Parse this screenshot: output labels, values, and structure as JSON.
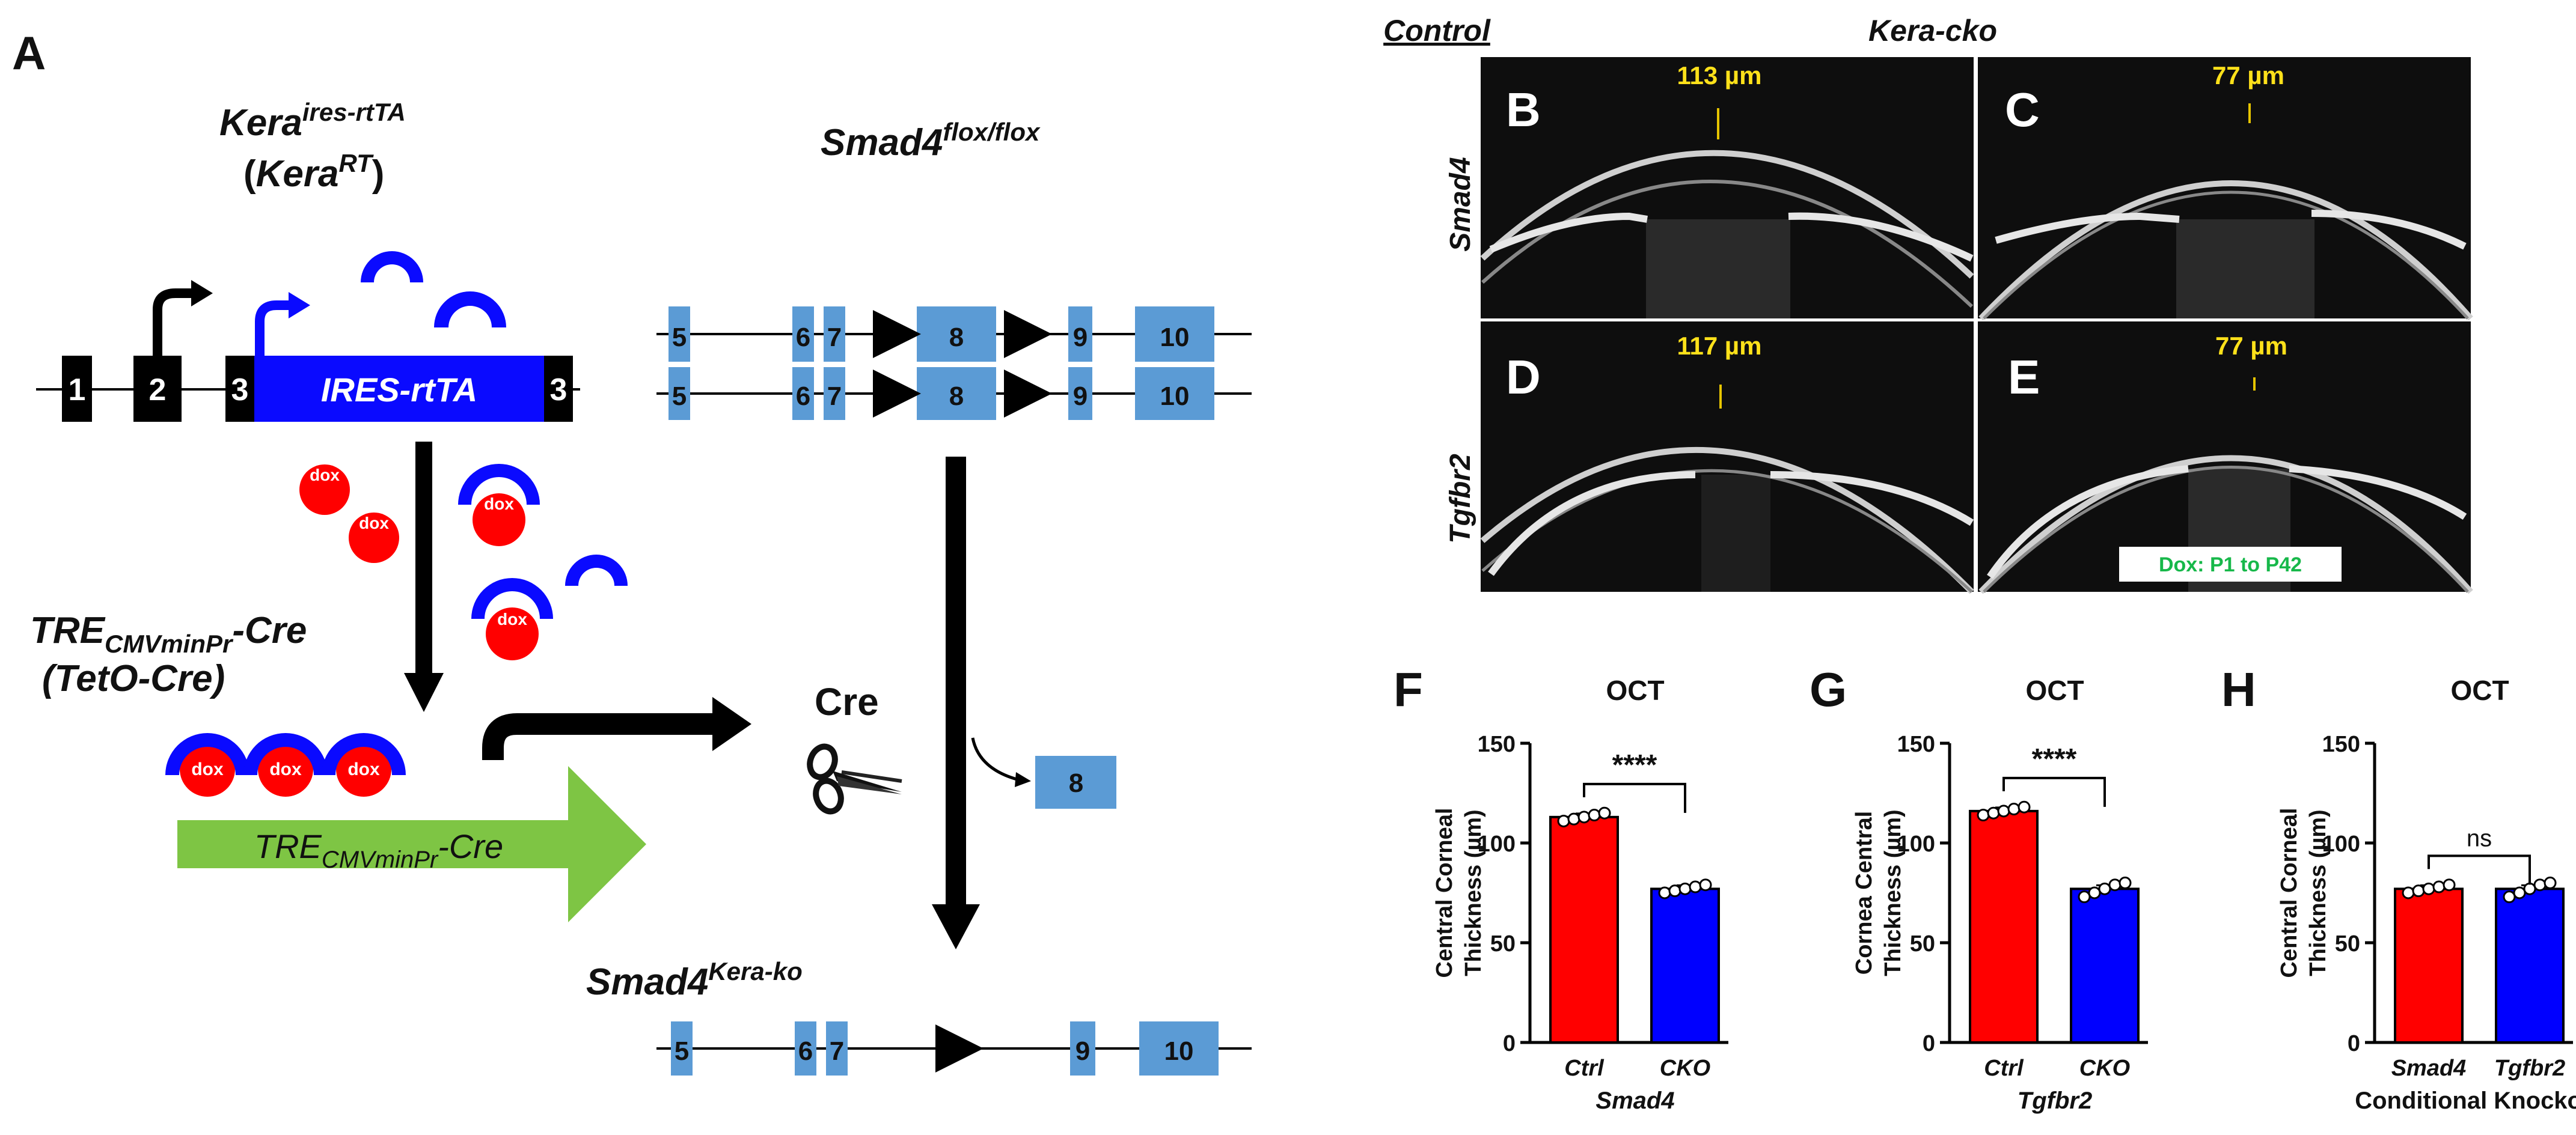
{
  "panelA": {
    "label": "A",
    "kera_title": "Kera",
    "kera_title_sup": "ires-rtTA",
    "kera_alias_open": "(",
    "kera_alias": "Kera",
    "kera_alias_sup": "RT",
    "kera_alias_close": ")",
    "kera_exons": [
      "1",
      "2",
      "3",
      "3"
    ],
    "ires_label": "IRES-rtTA",
    "dox_label": "dox",
    "tre_title": "TRE",
    "tre_title_sub": "CMVminPr",
    "tre_title_suffix": "-Cre",
    "tre_alias": "(TetO-Cre)",
    "arrow_label": "TRE",
    "arrow_label_sub": "CMVminPr",
    "arrow_label_suffix": "-Cre",
    "cre_label": "Cre",
    "smad4_title": "Smad4",
    "smad4_title_sup": "flox/flox",
    "smad4_exons": [
      "5",
      "6",
      "7",
      "8",
      "9",
      "10"
    ],
    "excised_exon": "8",
    "ko_title": "Smad4",
    "ko_title_sup": "Kera-ko",
    "ko_exons": [
      "5",
      "6",
      "7",
      "9",
      "10"
    ]
  },
  "oct_images": {
    "col_control": "Control",
    "col_cko": "Kera-cko",
    "row_smad4": "Smad4",
    "row_tgfbr2": "Tgfbr2",
    "panels": [
      {
        "label": "B",
        "measurement": "113 µm"
      },
      {
        "label": "C",
        "measurement": "77 µm"
      },
      {
        "label": "D",
        "measurement": "117 µm"
      },
      {
        "label": "E",
        "measurement": "77 µm"
      }
    ],
    "dox_note": "Dox: P1 to P42"
  },
  "chart_data": [
    {
      "panel": "F",
      "type": "bar",
      "title": "OCT",
      "categories": [
        "Ctrl",
        "CKO"
      ],
      "values": [
        113,
        77
      ],
      "colors": [
        "#ff0000",
        "#0000ff"
      ],
      "points": [
        [
          111,
          112,
          113,
          114,
          115
        ],
        [
          75,
          76,
          77,
          78,
          79
        ]
      ],
      "ylabel": [
        "Central Corneal",
        "Thickness (µm)"
      ],
      "xlabel": "Smad4",
      "ylim": [
        0,
        150
      ],
      "yticks": [
        "0",
        "50",
        "100",
        "150"
      ],
      "significance": "****"
    },
    {
      "panel": "G",
      "type": "bar",
      "title": "OCT",
      "categories": [
        "Ctrl",
        "CKO"
      ],
      "values": [
        116,
        77
      ],
      "colors": [
        "#ff0000",
        "#0000ff"
      ],
      "points": [
        [
          114,
          115,
          116,
          117,
          118
        ],
        [
          73,
          75,
          77,
          79,
          80
        ]
      ],
      "ylabel": [
        "Cornea Central",
        "Thickness (µm)"
      ],
      "xlabel": "Tgfbr2",
      "ylim": [
        0,
        150
      ],
      "yticks": [
        "0",
        "50",
        "100",
        "150"
      ],
      "significance": "****"
    },
    {
      "panel": "H",
      "type": "bar",
      "title": "OCT",
      "categories": [
        "Smad4",
        "Tgfbr2"
      ],
      "values": [
        77,
        77
      ],
      "colors": [
        "#ff0000",
        "#0000ff"
      ],
      "points": [
        [
          75,
          76,
          77,
          78,
          79
        ],
        [
          73,
          75,
          77,
          79,
          80
        ]
      ],
      "ylabel": [
        "Central Corneal",
        "Thickness (µm)"
      ],
      "xlabel": "Conditional Knockout",
      "ylim": [
        0,
        150
      ],
      "yticks": [
        "0",
        "50",
        "100",
        "150"
      ],
      "significance": "ns"
    }
  ]
}
